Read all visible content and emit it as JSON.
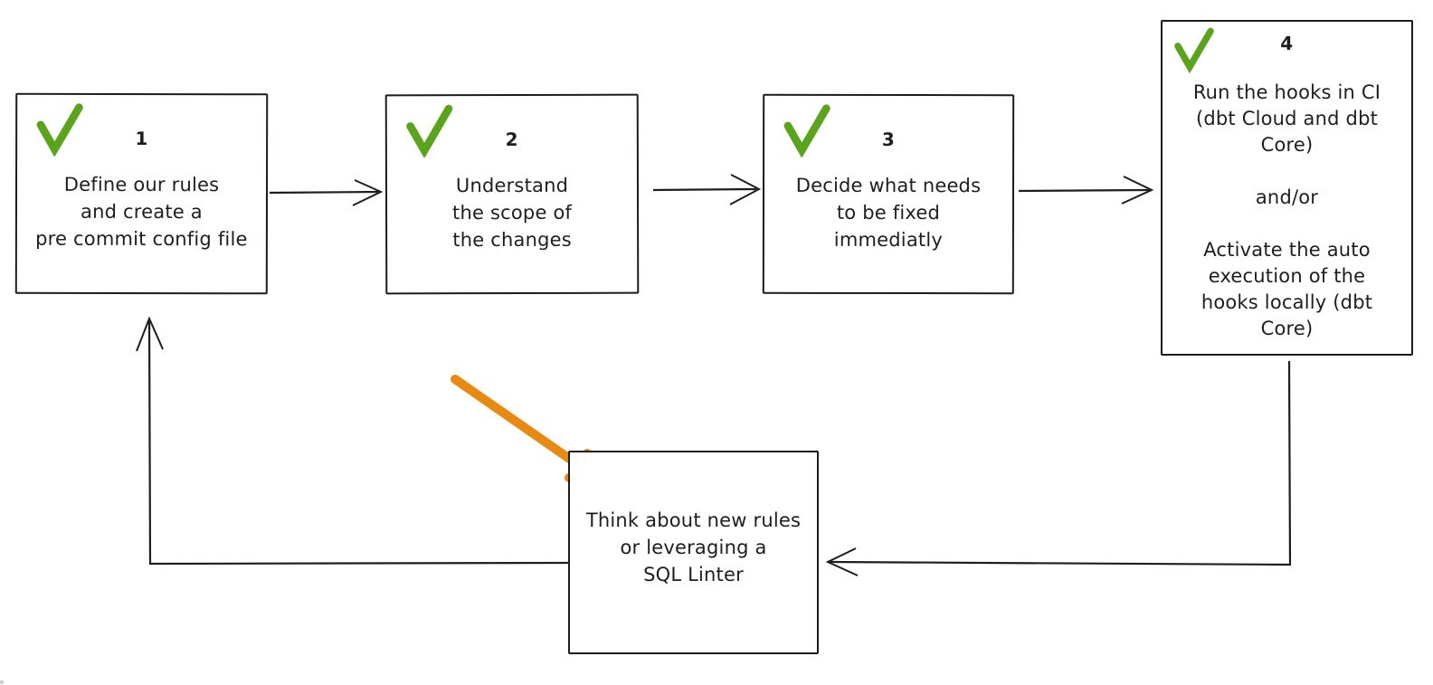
{
  "canvas": {
    "background": "#ffffff"
  },
  "colors": {
    "ink": "#1e1e1e",
    "check_green": "#5aa31c",
    "arrow_orange": "#e88a12"
  },
  "boxes": [
    {
      "id": "step-1",
      "number": "1",
      "text": "Define our rules\nand create a\npre commit config file",
      "checked": true
    },
    {
      "id": "step-2",
      "number": "2",
      "text": "Understand\nthe scope of\nthe changes",
      "checked": true
    },
    {
      "id": "step-3",
      "number": "3",
      "text": "Decide what needs\nto be fixed\nimmediatly",
      "checked": true
    },
    {
      "id": "step-4",
      "number": "4",
      "text": "Run the hooks in CI\n(dbt Cloud and dbt\nCore)\n\nand/or\n\nActivate the auto\nexecution of the\nhooks locally (dbt\nCore)",
      "checked": true
    },
    {
      "id": "think-box",
      "number": "",
      "text": "Think about new rules\nor leveraging a\nSQL Linter",
      "checked": false
    }
  ],
  "connectors": [
    {
      "id": "arrow-step1-to-step2",
      "from": "step-1",
      "to": "step-2"
    },
    {
      "id": "arrow-step2-to-step3",
      "from": "step-2",
      "to": "step-3"
    },
    {
      "id": "arrow-step3-to-step4",
      "from": "step-3",
      "to": "step-4"
    },
    {
      "id": "arrow-step4-to-think",
      "from": "step-4",
      "to": "think-box"
    },
    {
      "id": "arrow-think-to-step1",
      "from": "think-box",
      "to": "step-1"
    },
    {
      "id": "orange-highlight-arrow",
      "from": "",
      "to": "think-box"
    }
  ]
}
